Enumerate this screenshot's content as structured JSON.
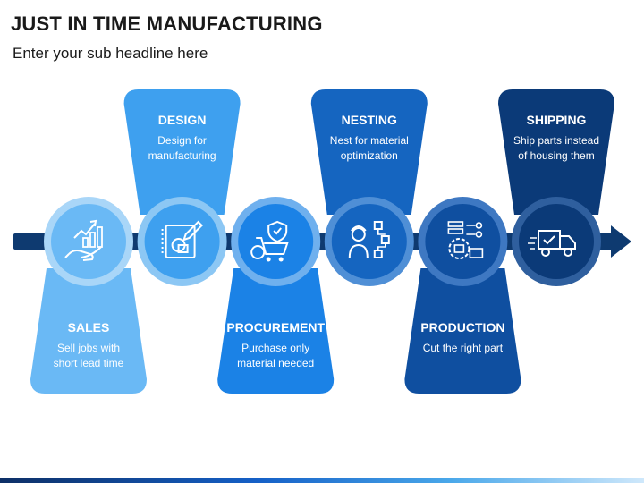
{
  "title": "JUST IN TIME MANUFACTURING",
  "subtitle": "Enter your sub headline here",
  "colors": {
    "arrow": "#0e3a70",
    "footer_gradient": [
      "#0d2f66",
      "#1560c7",
      "#4aa8ea",
      "#cfe8fb"
    ]
  },
  "steps": [
    {
      "id": "sales",
      "title": "SALES",
      "desc1": "Sell jobs with",
      "desc2": "short lead time",
      "position": "bottom",
      "color": "#6ab9f5",
      "ring": "#a9d6f8",
      "icon": "sales-growth-icon"
    },
    {
      "id": "design",
      "title": "DESIGN",
      "desc1": "Design for",
      "desc2": "manufacturing",
      "position": "top",
      "color": "#3ea0ef",
      "ring": "#8cc7f4",
      "icon": "design-drawing-icon"
    },
    {
      "id": "procurement",
      "title": "PROCUREMENT",
      "desc1": "Purchase only",
      "desc2": "material needed",
      "position": "bottom",
      "color": "#1b82e6",
      "ring": "#6fb0ee",
      "icon": "shopping-cart-shield-icon"
    },
    {
      "id": "nesting",
      "title": "NESTING",
      "desc1": "Nest for material",
      "desc2": "optimization",
      "position": "top",
      "color": "#1565c0",
      "ring": "#4f8fd6",
      "icon": "worker-flowchart-icon"
    },
    {
      "id": "production",
      "title": "PRODUCTION",
      "desc1": "Cut the right part",
      "desc2": "",
      "position": "bottom",
      "color": "#0f4fa0",
      "ring": "#3e78c2",
      "icon": "production-gear-icon"
    },
    {
      "id": "shipping",
      "title": "SHIPPING",
      "desc1": "Ship parts instead",
      "desc2": "of housing them",
      "position": "top",
      "color": "#0b3a78",
      "ring": "#2f5f9e",
      "icon": "delivery-truck-icon"
    }
  ]
}
